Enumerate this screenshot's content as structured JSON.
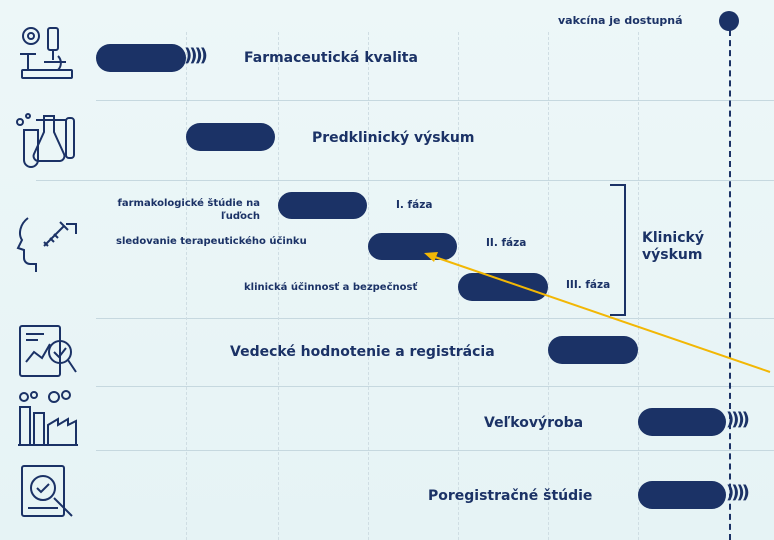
{
  "header": {
    "milestone_label": "vakcína je dostupná"
  },
  "rows": {
    "pharma": {
      "label": "Farmaceutická kvalita",
      "icon": "microscope-icon"
    },
    "preclinical": {
      "label": "Predklinický výskum",
      "icon": "lab-flasks-icon"
    },
    "clinical": {
      "icon": "vaccination-icon",
      "group_label": "Klinický výskum",
      "phases": [
        {
          "description": "farmakologické štúdie na ľuďoch",
          "phase": "I. fáza"
        },
        {
          "description": "sledovanie terapeutického účinku",
          "phase": "II. fáza"
        },
        {
          "description": "klinická účinnosť a bezpečnosť",
          "phase": "III. fáza"
        }
      ]
    },
    "assessment": {
      "label": "Vedecké hodnotenie a registrácia",
      "icon": "report-magnifier-icon"
    },
    "production": {
      "label": "Veľkovýroba",
      "icon": "factory-icon"
    },
    "postreg": {
      "label": "Poregistračné štúdie",
      "icon": "certificate-magnifier-icon"
    }
  },
  "colors": {
    "primary": "#1b3266",
    "accent_arrow": "#f2b705",
    "background": "#eaf5f7"
  }
}
